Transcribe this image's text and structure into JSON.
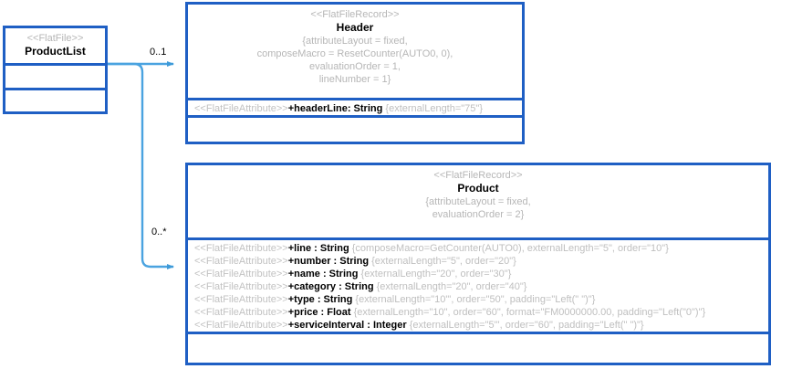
{
  "diagram": {
    "title": "FlatFile UML class diagram",
    "colors": {
      "class_border": "#1f5fc4",
      "connector": "#4aa3e0",
      "stereotype_text": "#b6b6b6",
      "name_text": "#000000",
      "background": "#ffffff"
    }
  },
  "classes": {
    "product_list": {
      "stereotype": "<<FlatFile>>",
      "name": "ProductList",
      "attributes": [],
      "operations": []
    },
    "header": {
      "stereotype": "<<FlatFileRecord>>",
      "name": "Header",
      "properties": [
        "{attributeLayout = fixed,",
        "composeMacro = ResetCounter(AUTO0, 0),",
        "evaluationOrder = 1,",
        "lineNumber = 1}"
      ],
      "attributes": [
        {
          "stereotype": "<<FlatFileAttribute>>",
          "signature": "+headerLine: String",
          "properties": "{externalLength=\"75\"}"
        }
      ],
      "operations": []
    },
    "product": {
      "stereotype": "<<FlatFileRecord>>",
      "name": "Product",
      "properties": [
        "{attributeLayout = fixed,",
        "evaluationOrder = 2}"
      ],
      "attributes": [
        {
          "stereotype": "<<FlatFileAttribute>>",
          "signature": "+line : String",
          "properties": "{composeMacro=GetCounter(AUTO0), externalLength=\"5\", order=\"10\"}"
        },
        {
          "stereotype": "<<FlatFileAttribute>>",
          "signature": "+number : String",
          "properties": "{externalLength=\"5\", order=\"20\"}"
        },
        {
          "stereotype": "<<FlatFileAttribute>>",
          "signature": "+name : String",
          "properties": "{externalLength=\"20\", order=\"30\"}"
        },
        {
          "stereotype": "<<FlatFileAttribute>>",
          "signature": "+category : String",
          "properties": "{externalLength=\"20\", order=\"40\"}"
        },
        {
          "stereotype": "<<FlatFileAttribute>>",
          "signature": "+type : String",
          "properties": "{externalLength=\"10\"', order=\"50\", padding=\"Left(\" \")\"}"
        },
        {
          "stereotype": "<<FlatFileAttribute>>",
          "signature": "+price : Float",
          "properties": "{externalLength=\"10\", order=\"60\", format=\"FM0000000.00, padding=\"Left(\"0\")\"}"
        },
        {
          "stereotype": "<<FlatFileAttribute>>",
          "signature": "+serviceInterval : Integer",
          "properties": "{externalLength=\"5\"', order=\"60\", padding=\"Left(\" \")\"}"
        }
      ],
      "operations": []
    }
  },
  "connectors": [
    {
      "name": "product-list-to-header",
      "source": "ProductList",
      "target": "Header",
      "multiplicity": "0..1"
    },
    {
      "name": "product-list-to-product",
      "source": "ProductList",
      "target": "Product",
      "multiplicity": "0..*"
    }
  ]
}
